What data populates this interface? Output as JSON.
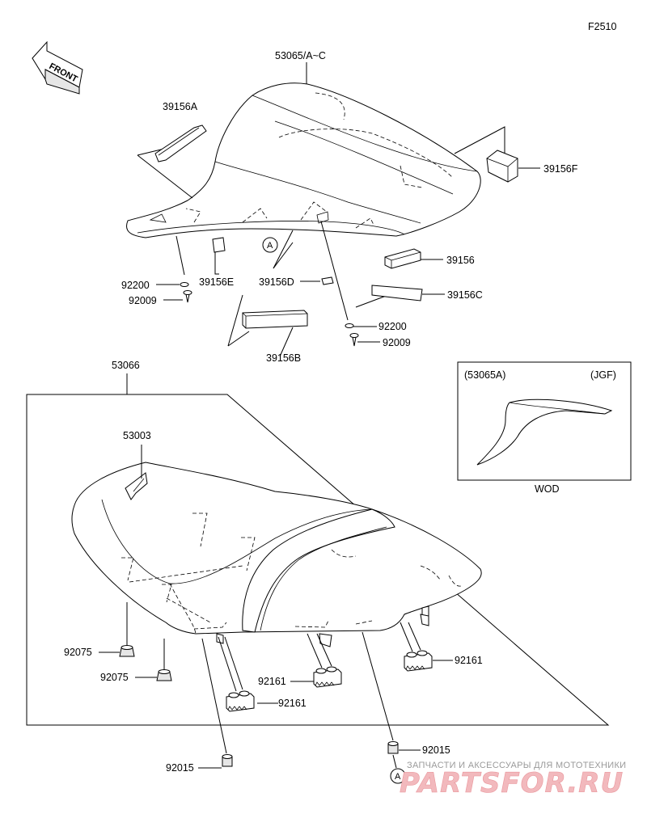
{
  "figure_code": "F2510",
  "front_arrow": "FRONT",
  "labels": {
    "cover_53065": "53065/A~C",
    "p39156A": "39156A",
    "p39156F": "39156F",
    "p39156": "39156",
    "p39156C": "39156C",
    "p39156E": "39156E",
    "p39156D": "39156D",
    "p39156B": "39156B",
    "p92200_left": "92200",
    "p92009_left": "92009",
    "p92200_right": "92200",
    "p92009_right": "92009",
    "p53066": "53066",
    "p53003": "53003",
    "p92075_a": "92075",
    "p92075_b": "92075",
    "p92161_center": "92161",
    "p92161_right": "92161",
    "p92161_bottom": "92161",
    "p92015_left": "92015",
    "p92015_right": "92015"
  },
  "ref_marks": {
    "upper": "A",
    "lower": "A"
  },
  "inset": {
    "part": "(53065A)",
    "color_code": "(JGF)",
    "caption": "WOD"
  },
  "watermark": {
    "tagline": "ЗАПЧАСТИ И АКСЕССУАРЫ ДЛЯ МОТОТЕХНИКИ",
    "brand": "PARTSFOR.RU"
  }
}
